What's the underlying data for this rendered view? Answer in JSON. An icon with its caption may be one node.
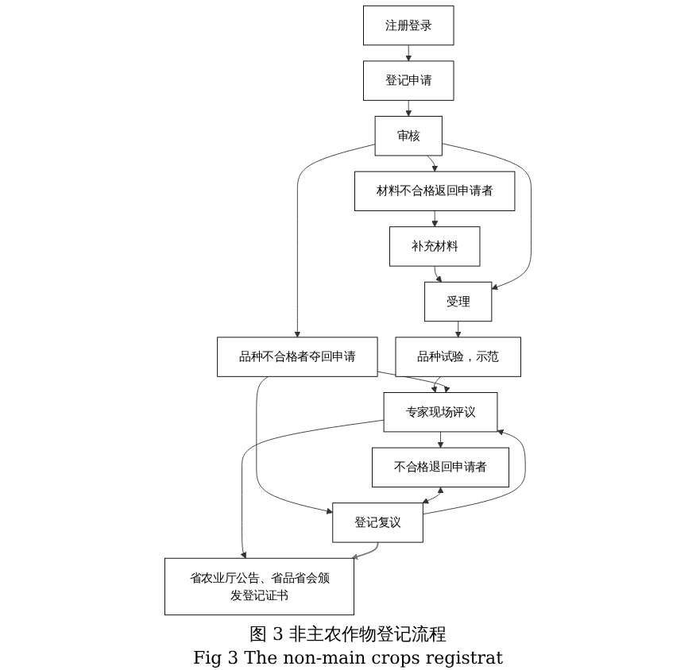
{
  "diagram": {
    "caption": "图 3 非主农作物登记流程",
    "nodes": [
      {
        "text": [
          "注册登录"
        ]
      },
      {
        "text": [
          "登记申请"
        ]
      },
      {
        "text": [
          "审核"
        ]
      },
      {
        "text": [
          "材料不合格返回申请者"
        ]
      },
      {
        "text": [
          "品种不合格者夺回申请"
        ]
      },
      {
        "text": [
          "补充材料"
        ]
      },
      {
        "text": [
          "受理"
        ]
      },
      {
        "text": [
          "品种试验，示范"
        ]
      },
      {
        "text": [
          "不合格退回申请者"
        ]
      },
      {
        "text": [
          "专家现场评议"
        ]
      },
      {
        "text": [
          "登记复议"
        ]
      },
      {
        "text": [
          "省农业厅公告、省品省会颁发登记证书"
        ]
      }
    ],
    "edges": [
      {
        "from": 0,
        "to": 1,
        "arrow": "to"
      },
      {
        "from": 1,
        "to": 2,
        "arrow": "to"
      },
      {
        "from": 2,
        "to": 3,
        "arrow": "to"
      },
      {
        "from": 2,
        "to": 4,
        "arrow": "to"
      },
      {
        "from": 3,
        "to": 5,
        "arrow": "to"
      },
      {
        "from": 5,
        "to": 6,
        "arrow": "to"
      },
      {
        "from": 2,
        "to": 6,
        "arrow": "to"
      },
      {
        "from": 6,
        "to": 7,
        "arrow": "to"
      },
      {
        "from": 7,
        "to": 9,
        "arrow": "to"
      },
      {
        "from": 9,
        "to": 8,
        "arrow": "to"
      },
      {
        "from": 4,
        "to": 9,
        "arrow": "to"
      },
      {
        "from": 4,
        "to": 10,
        "arrow": "to"
      },
      {
        "from": 8,
        "to": 10,
        "arrow": "both"
      },
      {
        "from": 10,
        "to": 9,
        "arrow": "to"
      },
      {
        "from": 9,
        "to": 11,
        "arrow": "to"
      },
      {
        "from": 10,
        "to": 11,
        "arrow": "to",
        "color": "#777777"
      }
    ],
    "labels": [
      "Fig 3 The non-main crops registrat"
    ]
  }
}
